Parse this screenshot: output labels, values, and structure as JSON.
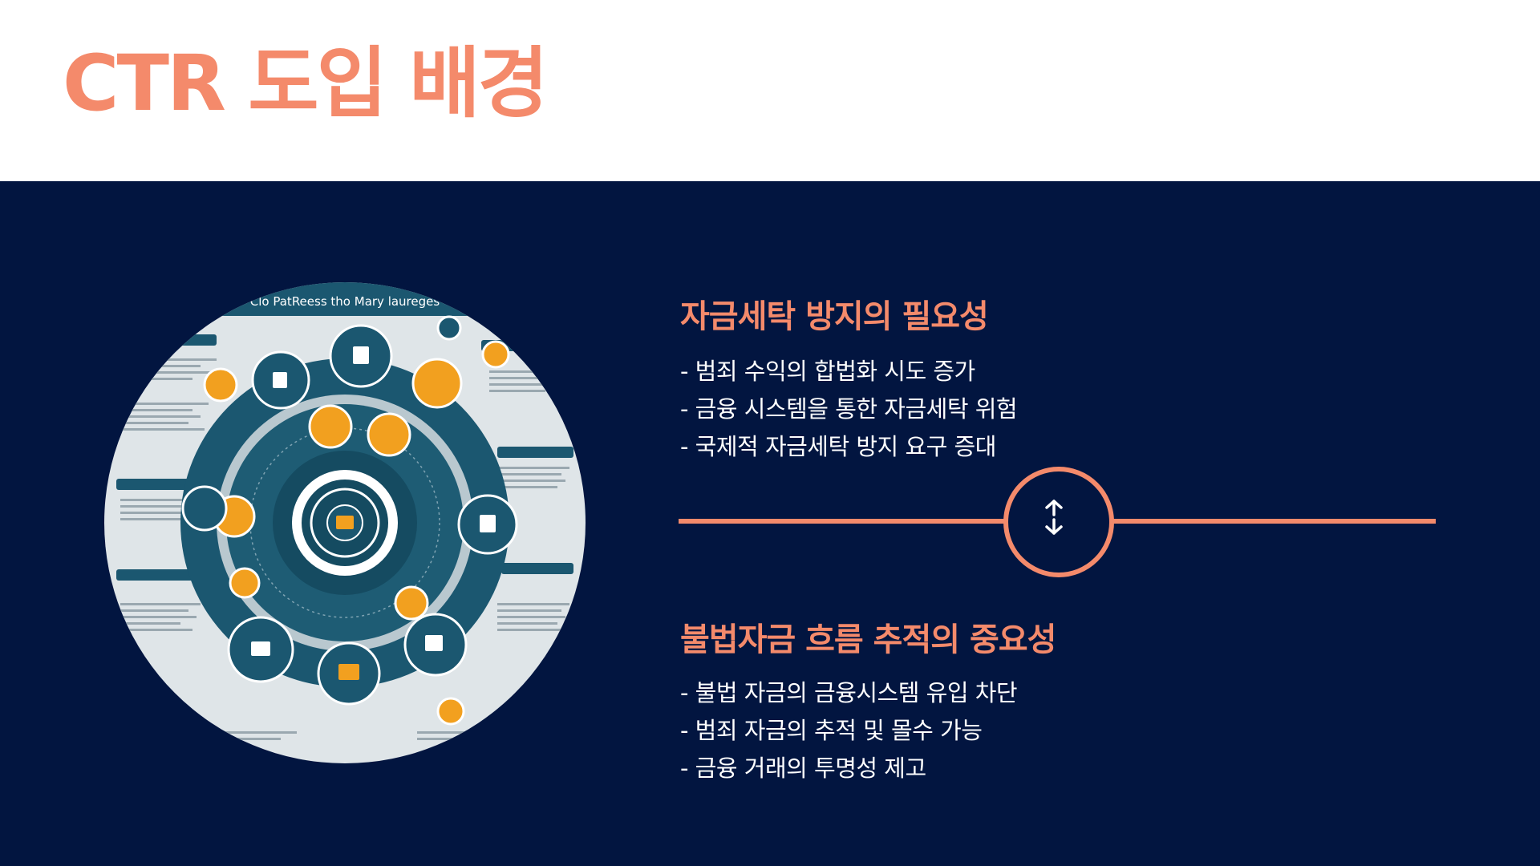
{
  "slide": {
    "title": "CTR 도입 배경"
  },
  "illustration": {
    "caption": "Clo PatReess tho Mary laureges",
    "icon": "money-laundering-infographic"
  },
  "sections": [
    {
      "heading": "자금세탁 방지의 필요성",
      "bullets": [
        "- 범죄 수익의 합법화 시도 증가",
        "- 금융 시스템을 통한 자금세탁 위험",
        "- 국제적 자금세탁 방지 요구 증대"
      ]
    },
    {
      "heading": "불법자금 흐름 추적의 중요성",
      "bullets": [
        "- 불법 자금의 금융시스템 유입 차단",
        "- 범죄 자금의 추적 및 몰수 가능",
        "- 금융 거래의 투명성 제고"
      ]
    }
  ],
  "divider": {
    "icon": "up-down-arrow-icon"
  },
  "colors": {
    "accent": "#f48a6b",
    "panel_background": "#021540",
    "text": "#ffffff"
  }
}
